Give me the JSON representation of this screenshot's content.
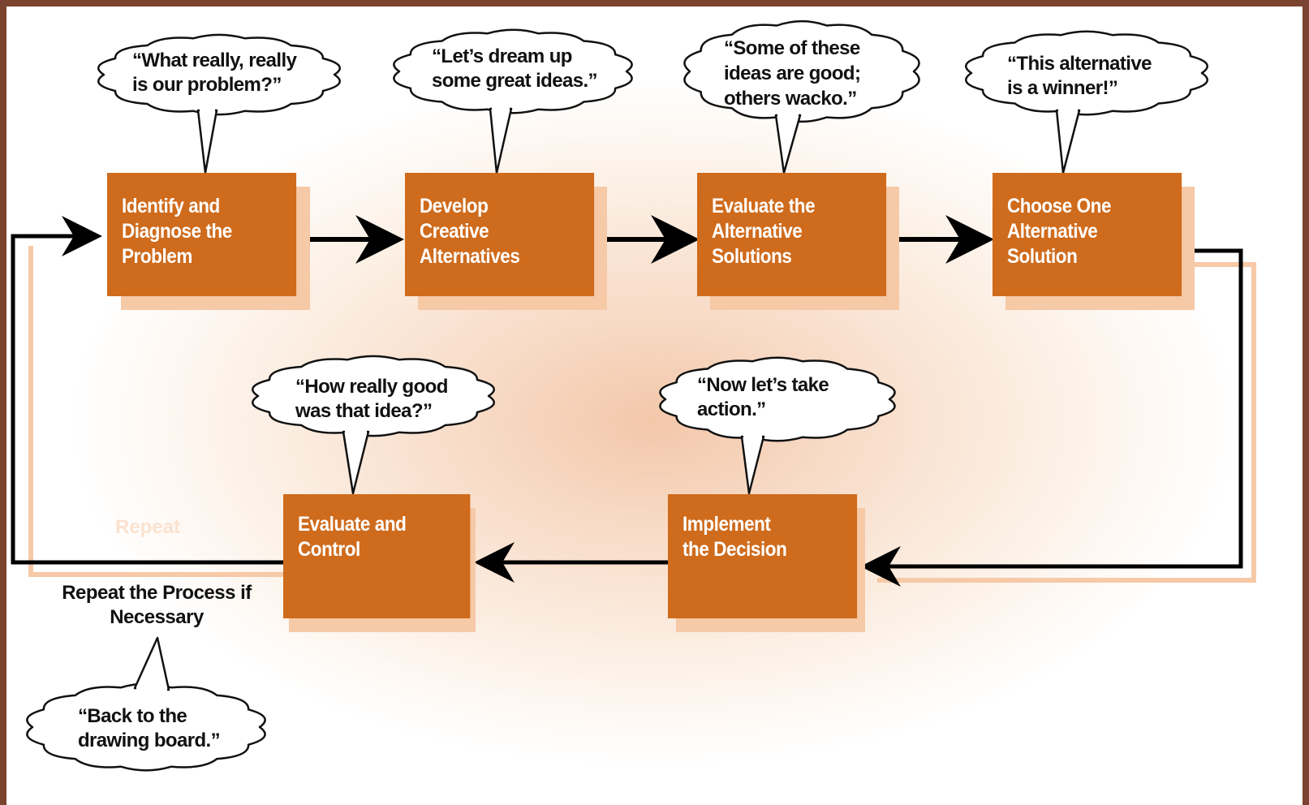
{
  "colors": {
    "box_fill": "#cf6b1c",
    "box_text": "#ffffff",
    "shadow": "#f6c9a7",
    "frame": "#7a4430",
    "arrow": "#000000"
  },
  "steps": [
    {
      "label": "Identify and\nDiagnose the\nProblem",
      "thought": "“What really, really\nis our problem?”"
    },
    {
      "label": "Develop\nCreative\nAlternatives",
      "thought": "“Let’s dream up\nsome great ideas.”"
    },
    {
      "label": "Evaluate the\nAlternative\nSolutions",
      "thought": "“Some of these\nideas are good;\nothers wacko.”"
    },
    {
      "label": "Choose One\nAlternative\nSolution",
      "thought": "“This alternative\nis a winner!”"
    },
    {
      "label": "Implement\nthe Decision",
      "thought": "“Now let’s take\naction.”"
    },
    {
      "label": "Evaluate and\nControl",
      "thought": "“How really good\nwas that idea?”"
    }
  ],
  "loop": {
    "label": "Repeat the Process if\nNecessary",
    "thought": "“Back to the\ndrawing board.”",
    "ghost_text": "Repeat"
  }
}
